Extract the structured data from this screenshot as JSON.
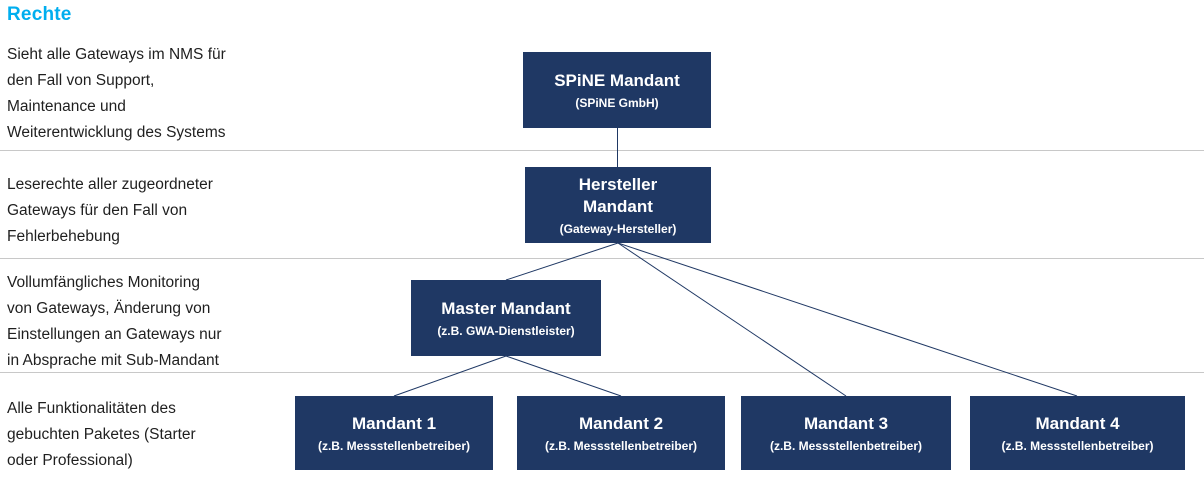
{
  "header": {
    "title": "Rechte"
  },
  "rights": [
    {
      "lines": [
        "Sieht alle Gateways im NMS für",
        "den Fall von Support,",
        "Maintenance und",
        "Weiterentwicklung des Systems"
      ]
    },
    {
      "lines": [
        "Leserechte aller zugeordneter",
        "Gateways für den Fall von",
        "Fehlerbehebung"
      ]
    },
    {
      "lines": [
        "Vollumfängliches Monitoring",
        "von Gateways, Änderung von",
        "Einstellungen an Gateways nur",
        "in Absprache mit Sub-Mandant"
      ]
    },
    {
      "lines": [
        "Alle Funktionalitäten des",
        "gebuchten Paketes (Starter",
        "oder Professional)"
      ]
    }
  ],
  "nodes": {
    "spine": {
      "title": [
        "SPiNE Mandant"
      ],
      "subtitle": "(SPiNE GmbH)"
    },
    "hersteller": {
      "title": [
        "Hersteller",
        "Mandant"
      ],
      "subtitle": "(Gateway-Hersteller)"
    },
    "master": {
      "title": [
        "Master Mandant"
      ],
      "subtitle": "(z.B. GWA-Dienstleister)"
    },
    "mandant1": {
      "title": [
        "Mandant 1"
      ],
      "subtitle": "(z.B. Messstellenbetreiber)"
    },
    "mandant2": {
      "title": [
        "Mandant 2"
      ],
      "subtitle": "(z.B. Messstellenbetreiber)"
    },
    "mandant3": {
      "title": [
        "Mandant 3"
      ],
      "subtitle": "(z.B. Messstellenbetreiber)"
    },
    "mandant4": {
      "title": [
        "Mandant 4"
      ],
      "subtitle": "(z.B. Messstellenbetreiber)"
    }
  },
  "colors": {
    "accent": "#00AEEF",
    "node_background": "#1F3864",
    "node_text": "#FFFFFF",
    "connector": "#1F3864",
    "divider": "#C8C8C8",
    "body_text": "#1F1F1F"
  }
}
